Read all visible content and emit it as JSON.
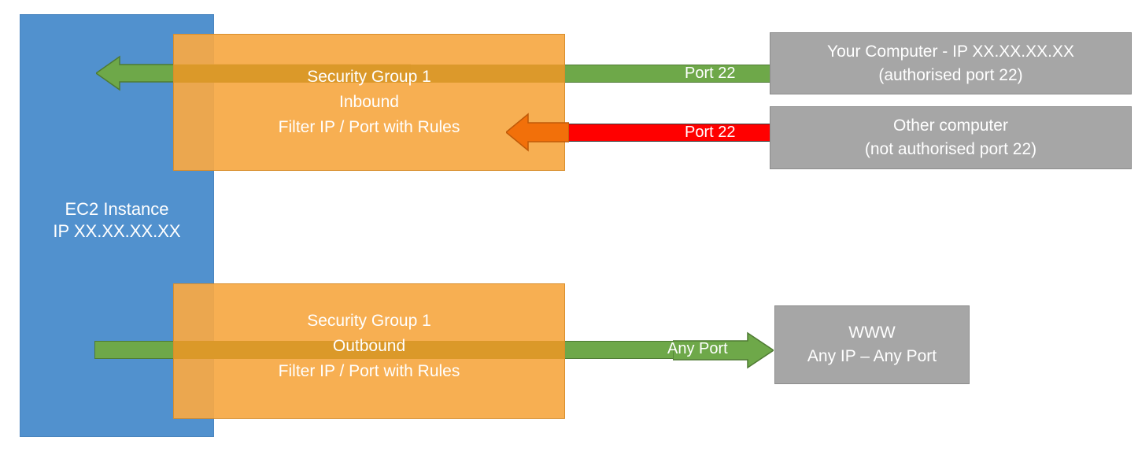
{
  "diagram": {
    "title": "AWS EC2 Security Group inbound and outbound traffic filtering",
    "colors": {
      "instance": "#5191CE",
      "security_group": "#F6A945",
      "allowed": "#6EA849",
      "blocked": "#FF0000",
      "external_node": "#A6A6A6",
      "blocked_arrowhead": "#F2700A"
    }
  },
  "instance": {
    "name_line1": "EC2 Instance",
    "name_line2": "IP XX.XX.XX.XX"
  },
  "security_groups": {
    "inbound": {
      "line1": "Security Group 1",
      "line2": "Inbound",
      "line3": "Filter IP / Port with Rules"
    },
    "outbound": {
      "line1": "Security Group 1",
      "line2": "Outbound",
      "line3": "Filter IP / Port with Rules"
    }
  },
  "connections": {
    "allowed_inbound": {
      "label": "Port 22",
      "color": "#6EA849",
      "direction": "into-instance",
      "status": "allowed"
    },
    "blocked_inbound": {
      "label": "Port 22",
      "color": "#FF0000",
      "direction": "into-instance",
      "status": "blocked"
    },
    "allowed_outbound": {
      "label": "Any Port",
      "color": "#6EA849",
      "direction": "out-of-instance",
      "status": "allowed"
    }
  },
  "external_nodes": [
    {
      "id": "your-computer",
      "line1": "Your Computer - IP XX.XX.XX.XX",
      "line2": "(authorised port 22)"
    },
    {
      "id": "other-computer",
      "line1": "Other computer",
      "line2": "(not authorised port 22)"
    },
    {
      "id": "www",
      "line1": "WWW",
      "line2": "Any IP – Any Port"
    }
  ]
}
